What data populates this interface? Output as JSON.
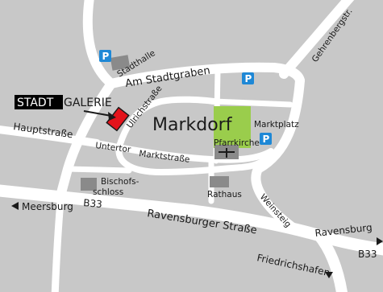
{
  "colors": {
    "background": "#c8c8c8",
    "road": "#ffffff",
    "building": "#8a8a8a",
    "gallery_marker": "#e3131b",
    "marketplace": "#9acd4c",
    "parking": "#1e88d6",
    "label_box": "#000000"
  },
  "logo": {
    "boxed_part": "STADT",
    "plain_part": "GALERIE"
  },
  "town": "Markdorf",
  "parking_symbol": "P",
  "streets": {
    "am_stadtgraben": "Am Stadtgraben",
    "gehrenbergstr": "Gehrenbergstr.",
    "ulrichstrasse": "Ulrichstraße",
    "hauptstrasse": "Hauptstraße",
    "untertor": "Untertor",
    "marktstrasse": "Marktstraße",
    "weinsteig": "Weinsteig",
    "ravensburger_strasse": "Ravensburger Straße",
    "b33_left": "B33",
    "b33_right": "B33"
  },
  "places": {
    "stadthalle": "Stadthalle",
    "marktplatz": "Marktplatz",
    "pfarrkirche": "Pfarrkirche",
    "bischofsschloss_line1": "Bischofs-",
    "bischofsschloss_line2": "schloss",
    "rathaus": "Rathaus"
  },
  "destinations": {
    "meersburg": "Meersburg",
    "ravensburg": "Ravensburg",
    "friedrichshafen": "Friedrichshafen"
  },
  "icons": {
    "west_arrow": "triangle-left",
    "east_arrow": "triangle-right",
    "south_arrow": "triangle-down",
    "church": "cross"
  }
}
